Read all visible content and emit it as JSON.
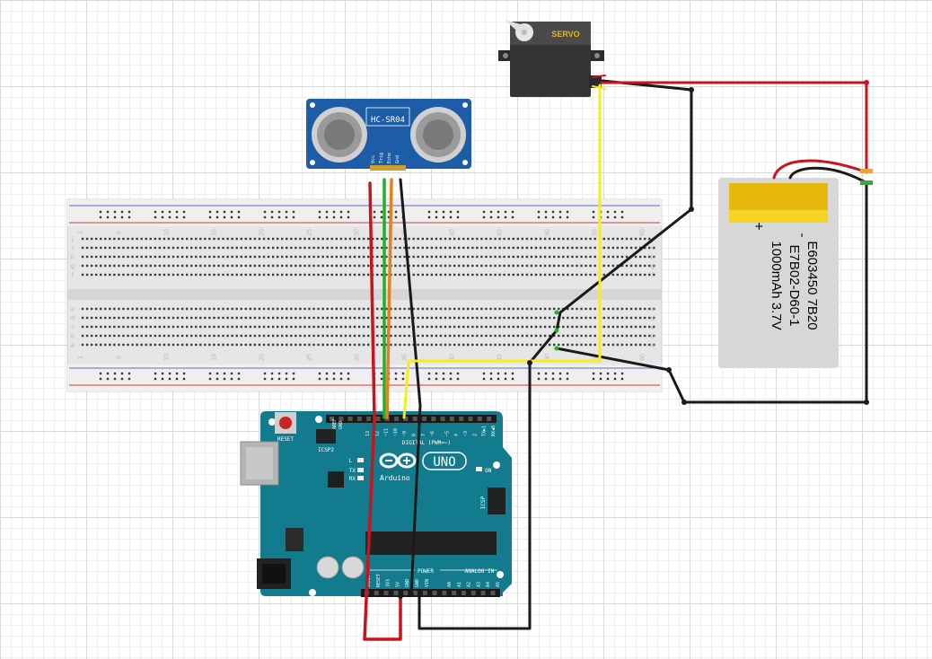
{
  "sensor": {
    "model": "HC-SR04",
    "pins": [
      "Vcc",
      "Trig",
      "Echo",
      "Gnd"
    ]
  },
  "servo": {
    "label": "SERVO"
  },
  "battery": {
    "minus": "-",
    "plus": "+",
    "lines": [
      "E603450 7B20",
      "E7B02-D60-1",
      "1000mAh 3.7V"
    ]
  },
  "breadboard": {
    "row_letters_top": [
      "j",
      "i",
      "h",
      "g",
      "f"
    ],
    "row_letters_bottom": [
      "e",
      "d",
      "c",
      "b",
      "a"
    ],
    "column_numbers": [
      "1",
      "5",
      "10",
      "15",
      "20",
      "25",
      "30",
      "35",
      "40",
      "45",
      "50",
      "55",
      "60"
    ]
  },
  "arduino": {
    "logo": "UNO",
    "brand": "Arduino",
    "reset": "RESET",
    "icsp2": "ICSP2",
    "icsp": "ICSP",
    "led_l": "L",
    "led_tx": "TX",
    "led_rx": "RX",
    "led_on": "ON",
    "aref": "AREF",
    "gnd": "GND",
    "digital_header": "DIGITAL (PWM=~)",
    "power_header": "POWER",
    "analog_header": "ANALOG IN",
    "digital_pins": [
      "13",
      "12",
      "~11",
      "~10",
      "~9",
      "8",
      "7",
      "~6",
      "~5",
      "4",
      "~3",
      "2",
      "TX▶1",
      "RX◀0"
    ],
    "power_pins": [
      "IOREF",
      "RESET",
      "3V3",
      "5V",
      "GND",
      "GND",
      "VIN"
    ],
    "analog_pins": [
      "A0",
      "A1",
      "A2",
      "A3",
      "A4",
      "A5"
    ]
  },
  "colors": {
    "wire_red": "#c8141c",
    "wire_black": "#1a1a1a",
    "wire_green": "#22b02a",
    "wire_orange": "#e67e22",
    "wire_yellow": "#f4ee1a",
    "arduino_board": "#137b8e",
    "sensor_board": "#1d5da8",
    "battery_yellow": "#e5b80b"
  }
}
